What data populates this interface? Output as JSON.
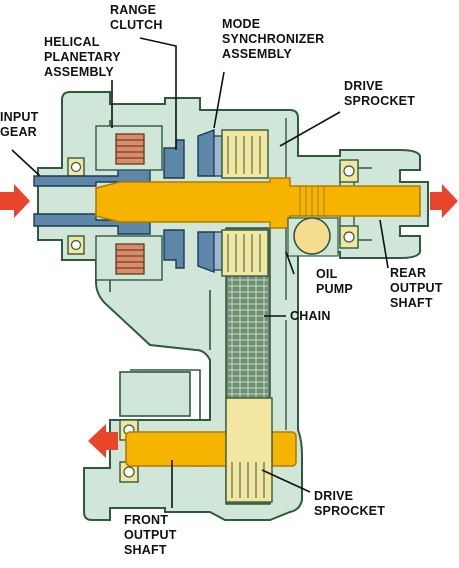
{
  "labels": {
    "range_clutch": [
      "RANGE",
      "CLUTCH"
    ],
    "helical_planetary": [
      "HELICAL",
      "PLANETARY",
      "ASSEMBLY"
    ],
    "mode_synchronizer": [
      "MODE",
      "SYNCHRONIZER",
      "ASSEMBLY"
    ],
    "drive_sprocket_top": [
      "DRIVE",
      "SPROCKET"
    ],
    "input_gear": [
      "INPUT",
      "GEAR"
    ],
    "oil_pump": [
      "OIL",
      "PUMP"
    ],
    "chain": [
      "CHAIN"
    ],
    "rear_output_shaft": [
      "REAR",
      "OUTPUT",
      "SHAFT"
    ],
    "drive_sprocket_bottom": [
      "DRIVE",
      "SPROCKET"
    ],
    "front_output_shaft": [
      "FRONT",
      "OUTPUT",
      "SHAFT"
    ]
  },
  "colors": {
    "case_fill": "#cfe6d8",
    "case_stroke": "#2f5a3e",
    "shaft": "#f6b300",
    "shaft_stroke": "#b07c00",
    "sprocket": "#f3e6a0",
    "gear_blue": "#5d87a8",
    "chain": "#6f8f73",
    "arrow": "#e8452a",
    "planetary": "#d98c6a",
    "pump": "#f5dc8e"
  },
  "icons": {
    "input_arrow": "arrow-right-icon",
    "rear_arrow": "arrow-right-icon",
    "front_arrow": "arrow-left-icon"
  }
}
